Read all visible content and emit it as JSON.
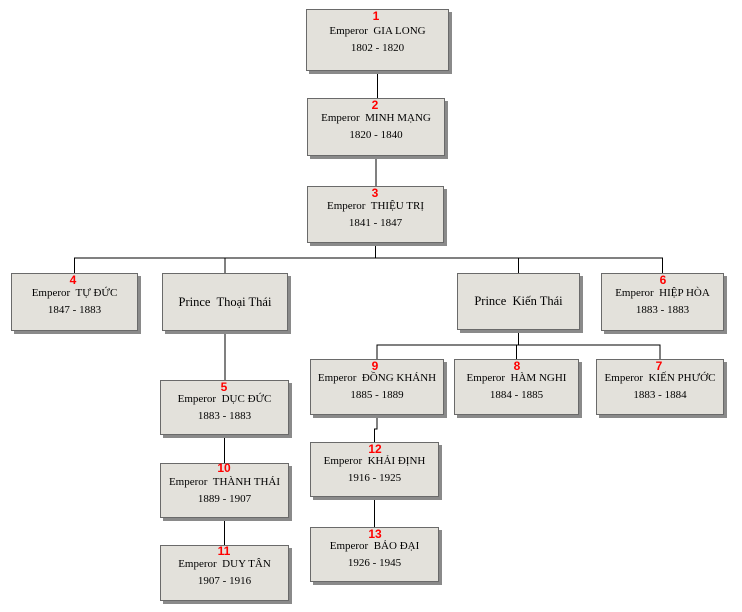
{
  "colors": {
    "box_fill": "#e3e1db",
    "box_border": "#6a6a6a",
    "shadow": "#8a8a8a",
    "number": "#ff0000",
    "line": "#000000"
  },
  "nodes": [
    {
      "id": "gia-long",
      "number": "1",
      "name": "Emperor  GIA LONG",
      "years": "1802 - 1820"
    },
    {
      "id": "minh-mang",
      "number": "2",
      "name": "Emperor  MINH MẠNG",
      "years": "1820 - 1840"
    },
    {
      "id": "thieu-tri",
      "number": "3",
      "name": "Emperor  THIỆU TRỊ",
      "years": "1841 - 1847"
    },
    {
      "id": "tu-duc",
      "number": "4",
      "name": "Emperor  TỰ ĐỨC",
      "years": "1847 - 1883"
    },
    {
      "id": "thoai-thai",
      "number": "",
      "name": "Prince  Thoại Thái",
      "years": ""
    },
    {
      "id": "kien-thai",
      "number": "",
      "name": "Prince  Kiến Thái",
      "years": ""
    },
    {
      "id": "hiep-hoa",
      "number": "6",
      "name": "Emperor  HIỆP HÒA",
      "years": "1883 - 1883"
    },
    {
      "id": "dong-khanh",
      "number": "9",
      "name": "Emperor  ĐỒNG KHÁNH",
      "years": "1885 - 1889"
    },
    {
      "id": "ham-nghi",
      "number": "8",
      "name": "Emperor  HÀM NGHI",
      "years": "1884 - 1885"
    },
    {
      "id": "kien-phuoc",
      "number": "7",
      "name": "Emperor  KIẾN PHƯỚC",
      "years": "1883 - 1884"
    },
    {
      "id": "duc-duc",
      "number": "5",
      "name": "Emperor  DỤC ĐỨC",
      "years": "1883 - 1883"
    },
    {
      "id": "thanh-thai",
      "number": "10",
      "name": "Emperor  THÀNH THÁI",
      "years": "1889 - 1907"
    },
    {
      "id": "duy-tan",
      "number": "11",
      "name": "Emperor  DUY TÂN",
      "years": "1907 - 1916"
    },
    {
      "id": "khai-dinh",
      "number": "12",
      "name": "Emperor  KHẢI ĐỊNH",
      "years": "1916 - 1925"
    },
    {
      "id": "bao-dai",
      "number": "13",
      "name": "Emperor  BẢO ĐẠI",
      "years": "1926 - 1945"
    }
  ],
  "edges": [
    [
      "gia-long",
      "minh-mang"
    ],
    [
      "minh-mang",
      "thieu-tri"
    ],
    [
      "thieu-tri",
      "tu-duc"
    ],
    [
      "thieu-tri",
      "thoai-thai"
    ],
    [
      "thieu-tri",
      "kien-thai"
    ],
    [
      "thieu-tri",
      "hiep-hoa"
    ],
    [
      "thoai-thai",
      "duc-duc"
    ],
    [
      "duc-duc",
      "thanh-thai"
    ],
    [
      "thanh-thai",
      "duy-tan"
    ],
    [
      "kien-thai",
      "dong-khanh"
    ],
    [
      "kien-thai",
      "ham-nghi"
    ],
    [
      "kien-thai",
      "kien-phuoc"
    ],
    [
      "dong-khanh",
      "khai-dinh"
    ],
    [
      "khai-dinh",
      "bao-dai"
    ]
  ]
}
